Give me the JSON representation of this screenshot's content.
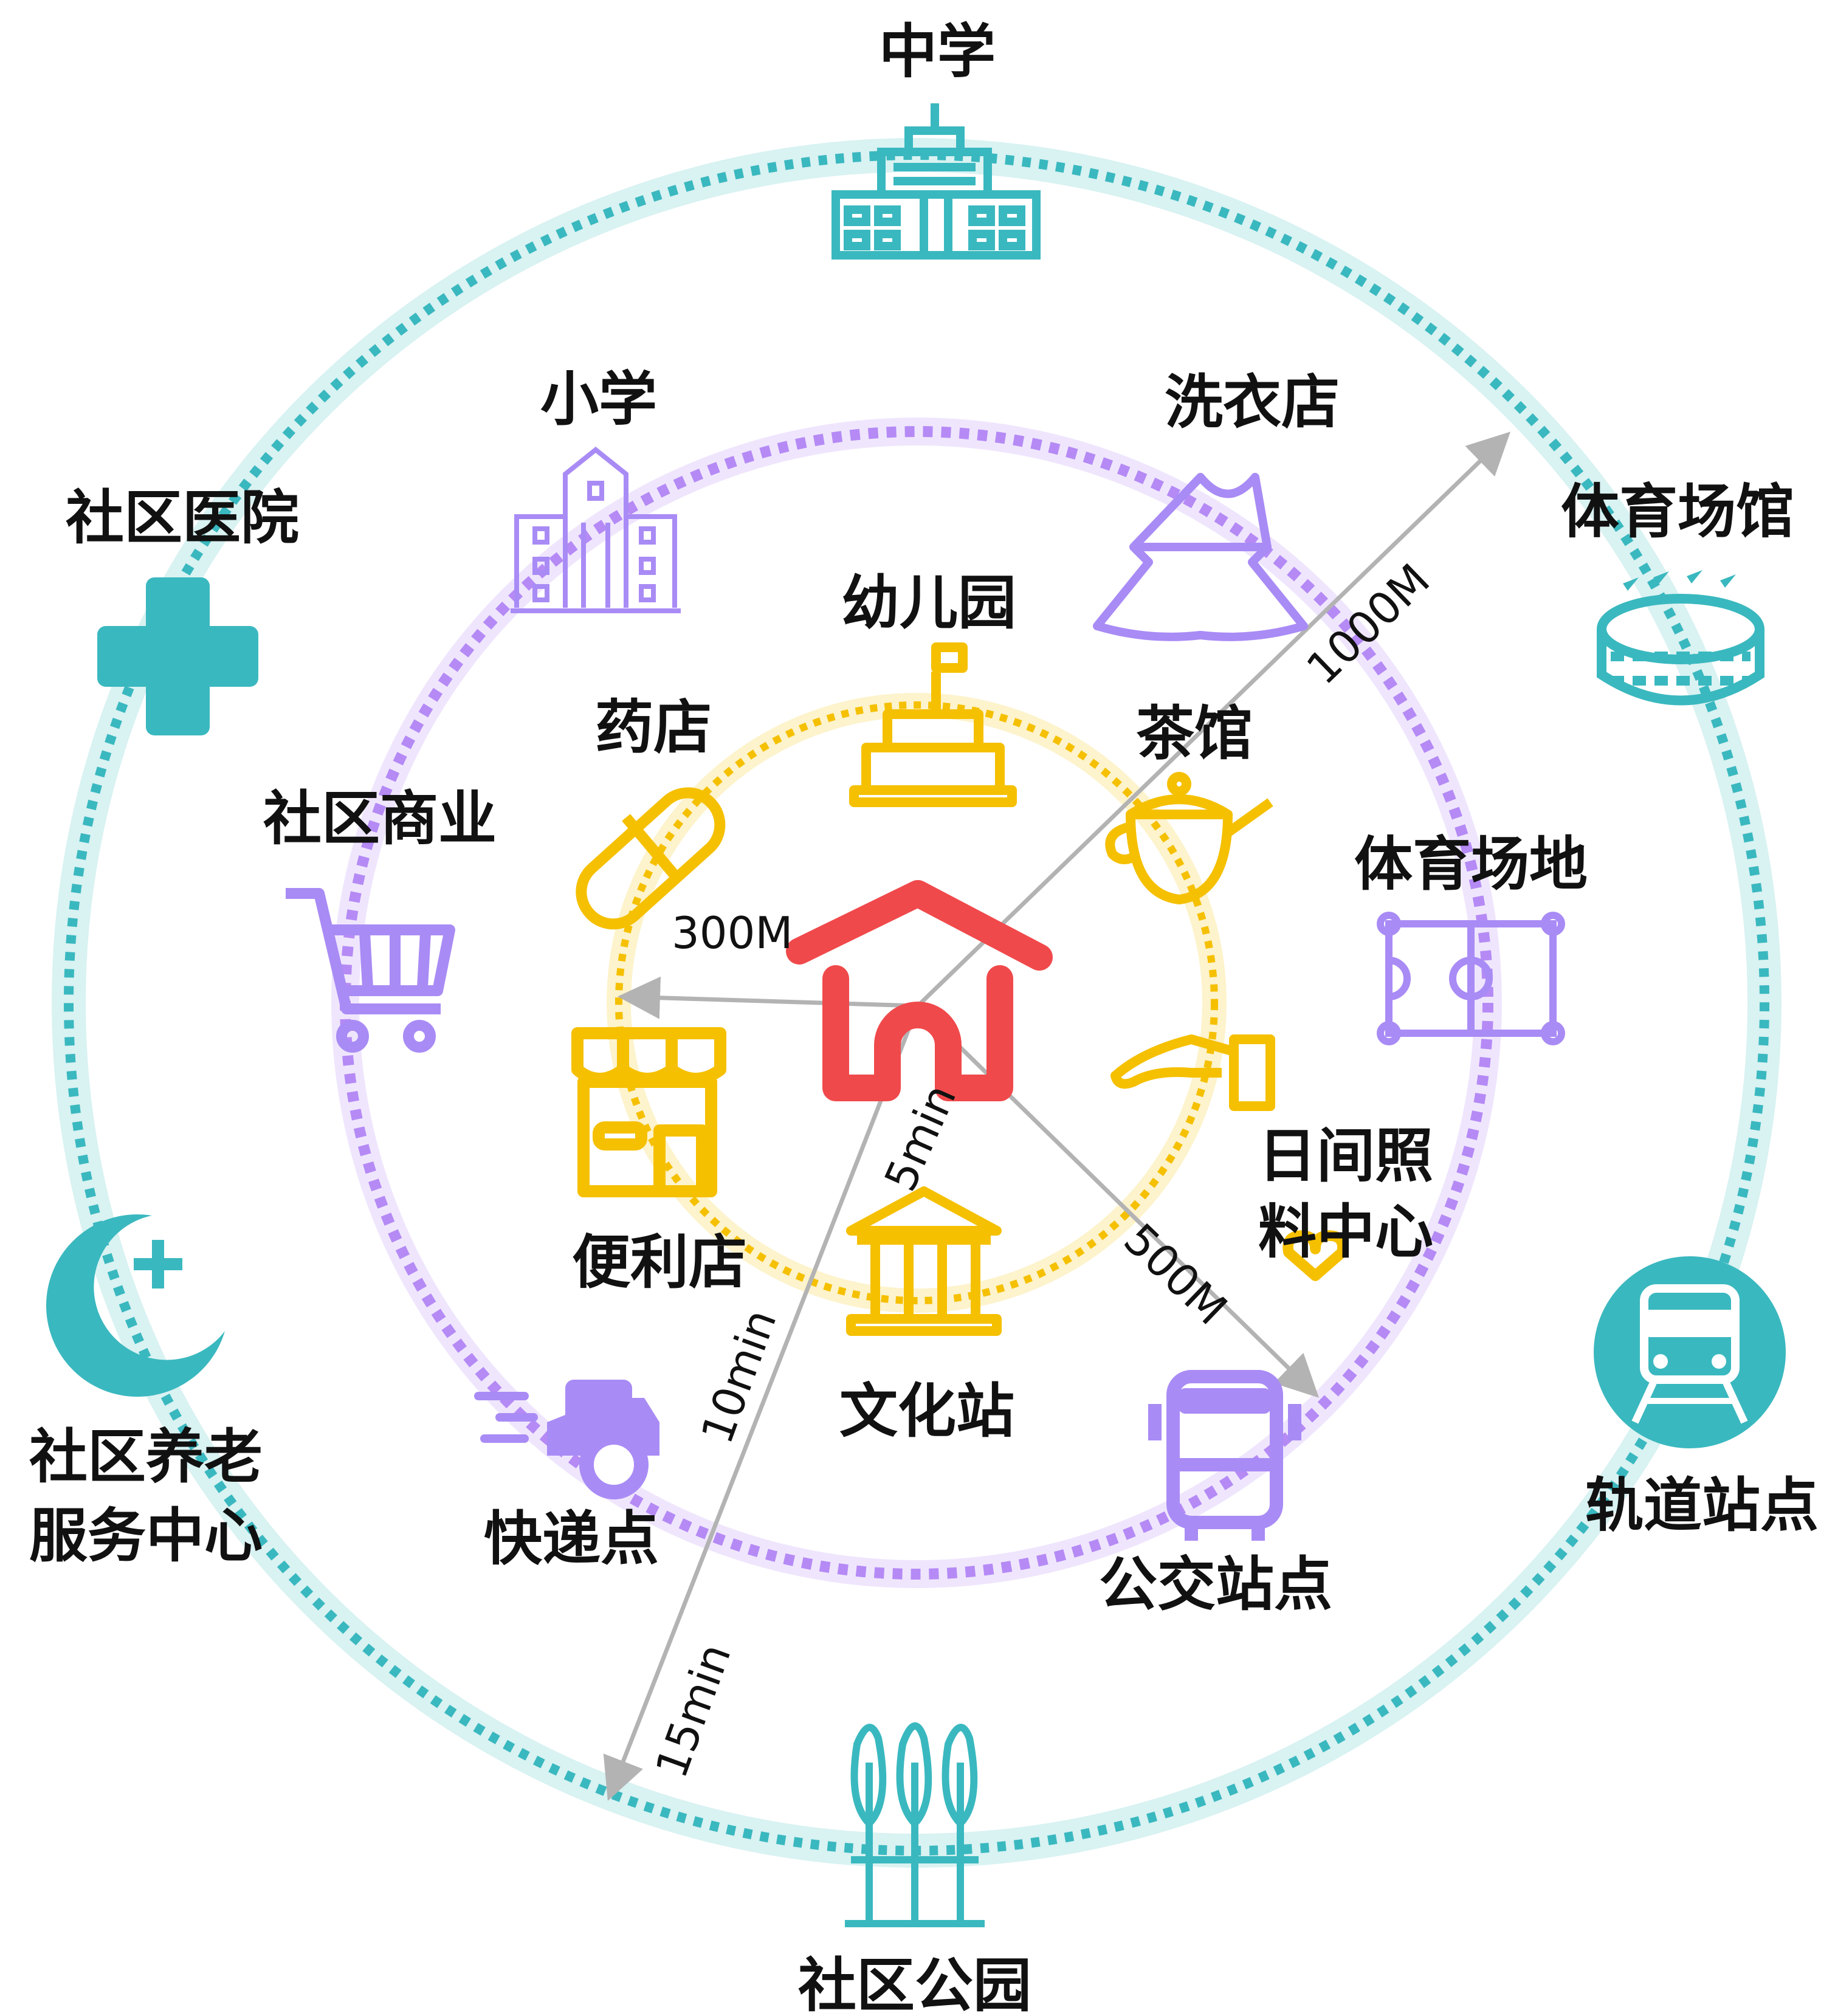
{
  "colors": {
    "inner": "#f5c000",
    "middle": "#a98bf5",
    "outer": "#3ab8bf",
    "home": "#f0494b",
    "line": "#b3b3b3"
  },
  "labels": {
    "middle_school": "中学",
    "primary_school": "小学",
    "laundry": "洗衣店",
    "sports_venue": "体育场馆",
    "community_hospital": "社区医院",
    "kindergarten": "幼儿园",
    "pharmacy": "药店",
    "teahouse": "茶馆",
    "community_commerce": "社区商业",
    "sports_field": "体育场地",
    "day_care_line1": "日间照",
    "day_care_line2": "料中心",
    "convenience_store": "便利店",
    "culture_station": "文化站",
    "elderly_line1": "社区养老",
    "elderly_line2": "服务中心",
    "express": "快递点",
    "bus_stop": "公交站点",
    "rail_station": "轨道站点",
    "park": "社区公园"
  },
  "distances": {
    "m300": "300M",
    "m500": "500M",
    "m1000": "1000M",
    "t5": "5min",
    "t10": "10min",
    "t15": "15min"
  }
}
